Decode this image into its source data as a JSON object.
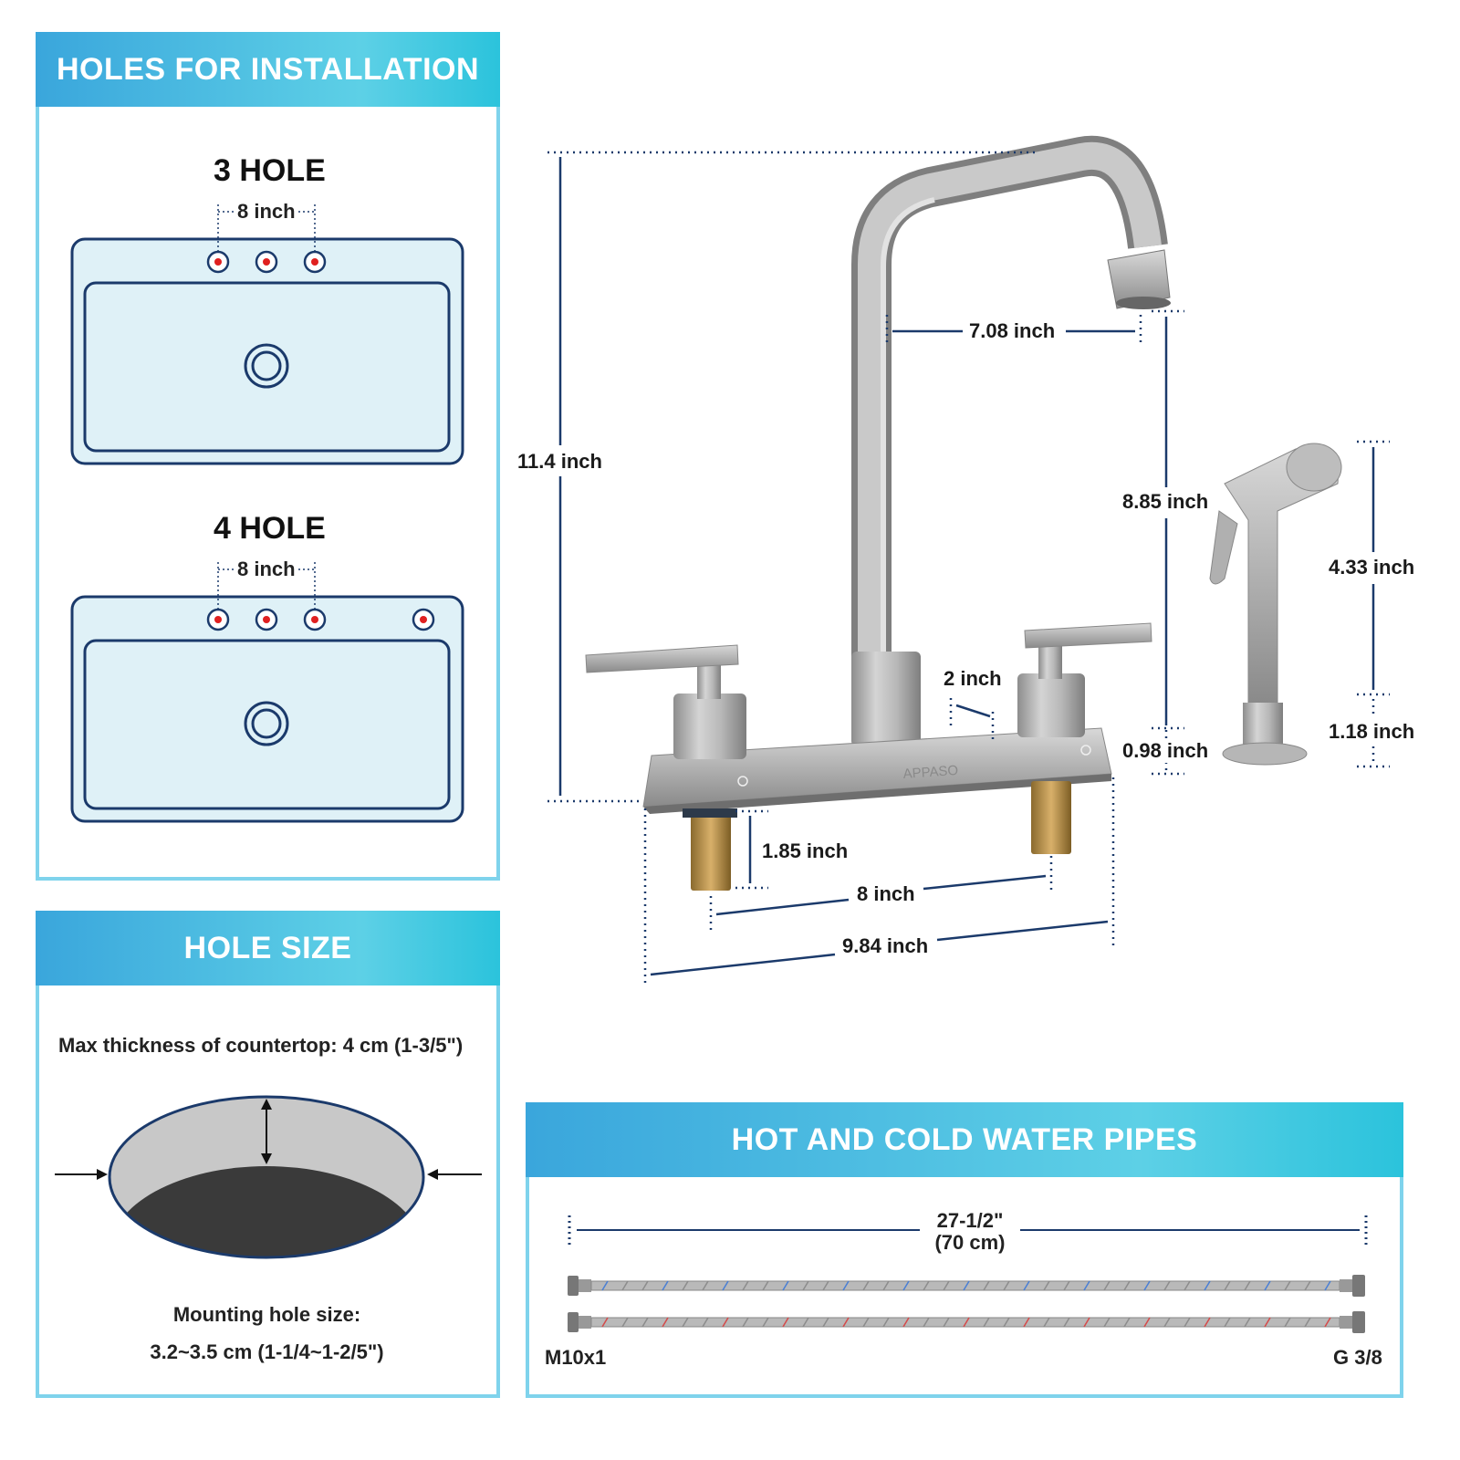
{
  "installation": {
    "header": "HOLES FOR INSTALLATION",
    "three_hole": {
      "title": "3 HOLE",
      "spacing": "8 inch"
    },
    "four_hole": {
      "title": "4 HOLE",
      "spacing": "8 inch"
    }
  },
  "hole_size": {
    "header": "HOLE SIZE",
    "max_thickness": "Max thickness of countertop: 4 cm (1-3/5\")",
    "mounting_label": "Mounting hole size:",
    "mounting_value": "3.2~3.5 cm (1-1/4~1-2/5\")"
  },
  "faucet": {
    "brand": "APPASO",
    "height": "11.4 inch",
    "reach": "7.08 inch",
    "spout_height": "8.85 inch",
    "spout_gap": "0.98 inch",
    "handle_gap": "2 inch",
    "shank": "1.85 inch",
    "center_spacing": "8 inch",
    "base_width": "9.84 inch"
  },
  "sprayer": {
    "height": "4.33 inch",
    "base_height": "1.18 inch"
  },
  "pipes": {
    "header": "HOT AND COLD WATER PIPES",
    "length": "27-1/2\"",
    "length_metric": "(70 cm)",
    "left_thread": "M10x1",
    "right_thread": "G 3/8"
  },
  "colors": {
    "accent": "#4fc3e0",
    "sink_fill": "#dff1f7",
    "sink_stroke": "#1b3a6b",
    "hole_red": "#e02020",
    "dim_line": "#1b3a6b"
  }
}
